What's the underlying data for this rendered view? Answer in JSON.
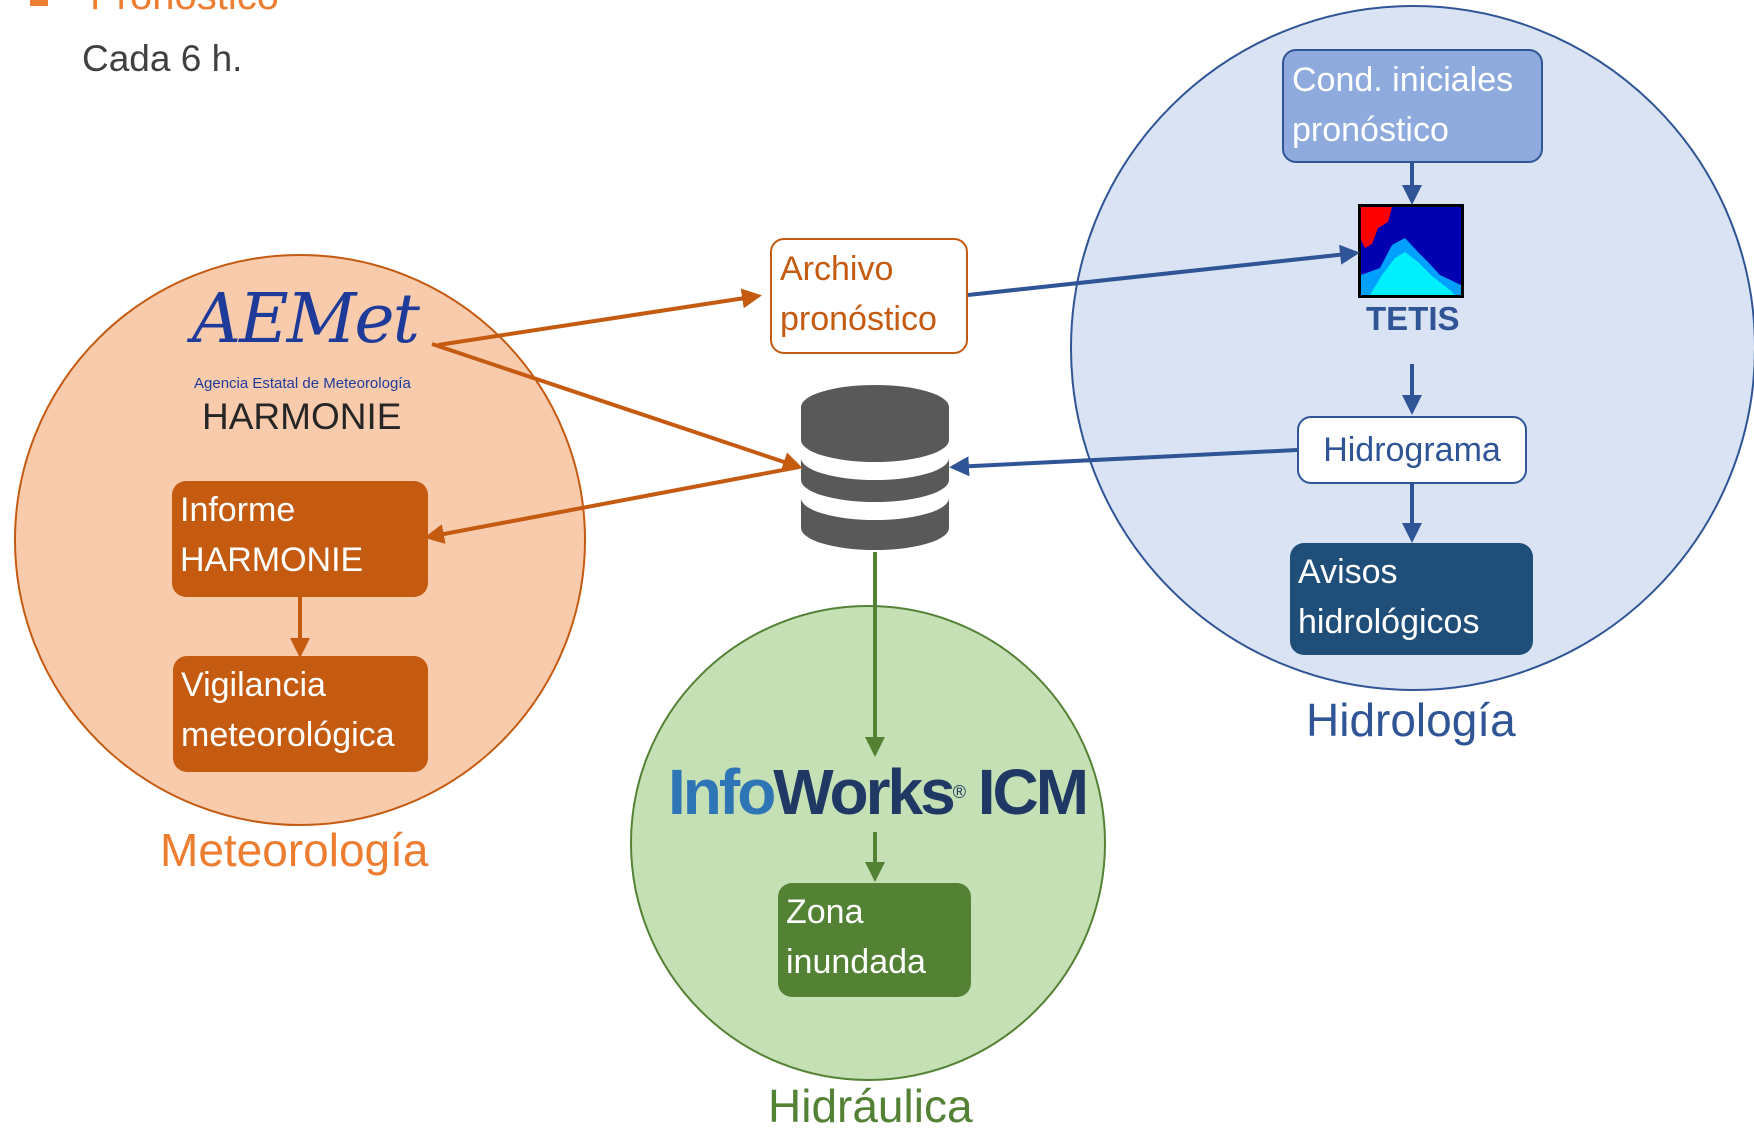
{
  "header": {
    "title": "Pronóstico",
    "subtitle": "Cada 6 h."
  },
  "meteorologia": {
    "label": "Meteorología",
    "logo_text": "AEMet",
    "logo_subtext": "Agencia Estatal de Meteorología",
    "model_label": "HARMONIE",
    "informe": [
      "Informe",
      "HARMONIE"
    ],
    "vigilancia": [
      "Vigilancia",
      "meteorológica"
    ]
  },
  "archivo": [
    "Archivo",
    "pronóstico"
  ],
  "hidraulica": {
    "label": "Hidráulica",
    "logo_part1": "Info",
    "logo_part2": "Works",
    "logo_reg": "®",
    "logo_part3": " ICM",
    "zona": [
      "Zona",
      "inundada"
    ]
  },
  "hidrologia": {
    "label": "Hidrología",
    "cond": [
      "Cond. iniciales",
      "pronóstico"
    ],
    "tetis_label": "TETIS",
    "hidrograma": "Hidrograma",
    "avisos": [
      "Avisos",
      "hidrológicos"
    ]
  },
  "colors": {
    "orange_fill": "#f8cbad",
    "orange_stroke": "#c55a11",
    "orange_text": "#ed7d31",
    "green_fill": "#c5e0b4",
    "green_stroke": "#548235",
    "green_text": "#548235",
    "blue_fill": "#dae3f3",
    "blue_stroke": "#2f5597",
    "blue_box": "#8faadc",
    "blue_dark": "#1f4e79",
    "db_gray": "#595959"
  }
}
